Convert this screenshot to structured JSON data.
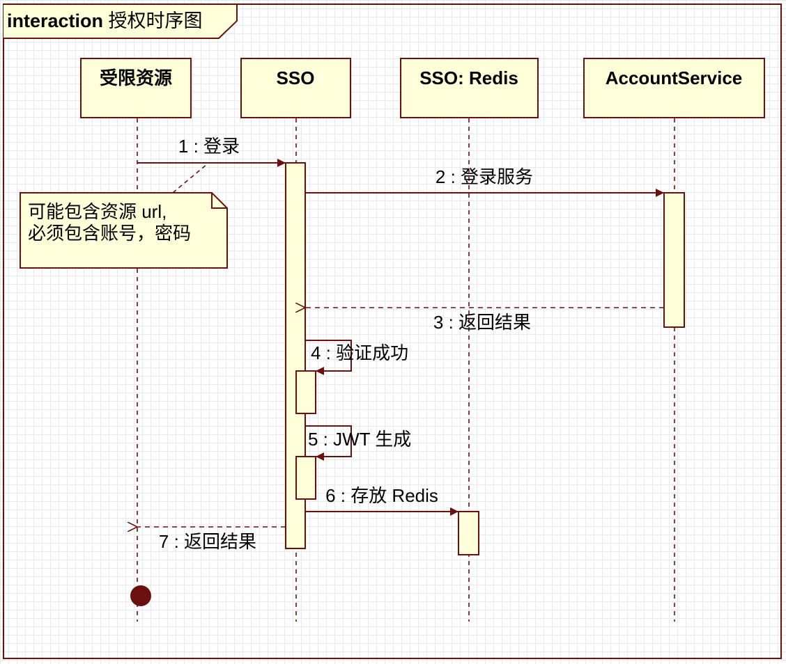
{
  "frame": {
    "keyword": "interaction",
    "title": "授权时序图"
  },
  "participants": [
    {
      "id": "resource",
      "label": "受限资源"
    },
    {
      "id": "sso",
      "label": "SSO"
    },
    {
      "id": "redis",
      "label": "SSO: Redis"
    },
    {
      "id": "account",
      "label": "AccountService"
    }
  ],
  "messages": [
    {
      "label": "1 : 登录",
      "kind": "sync"
    },
    {
      "label": "2 : 登录服务",
      "kind": "sync"
    },
    {
      "label": "3 : 返回结果",
      "kind": "reply"
    },
    {
      "label": "4 : 验证成功",
      "kind": "self"
    },
    {
      "label": "5 : JWT 生成",
      "kind": "self"
    },
    {
      "label": "6 : 存放 Redis",
      "kind": "sync"
    },
    {
      "label": "7 : 返回结果",
      "kind": "reply"
    }
  ],
  "note": {
    "lines": [
      "可能包含资源 url,",
      "必须包含账号，密码"
    ]
  },
  "colors": {
    "stroke": "#6b0f0f",
    "fill": "#ffffd9",
    "arrow": "#6b0f0f",
    "grid": "#e9e9e9"
  }
}
